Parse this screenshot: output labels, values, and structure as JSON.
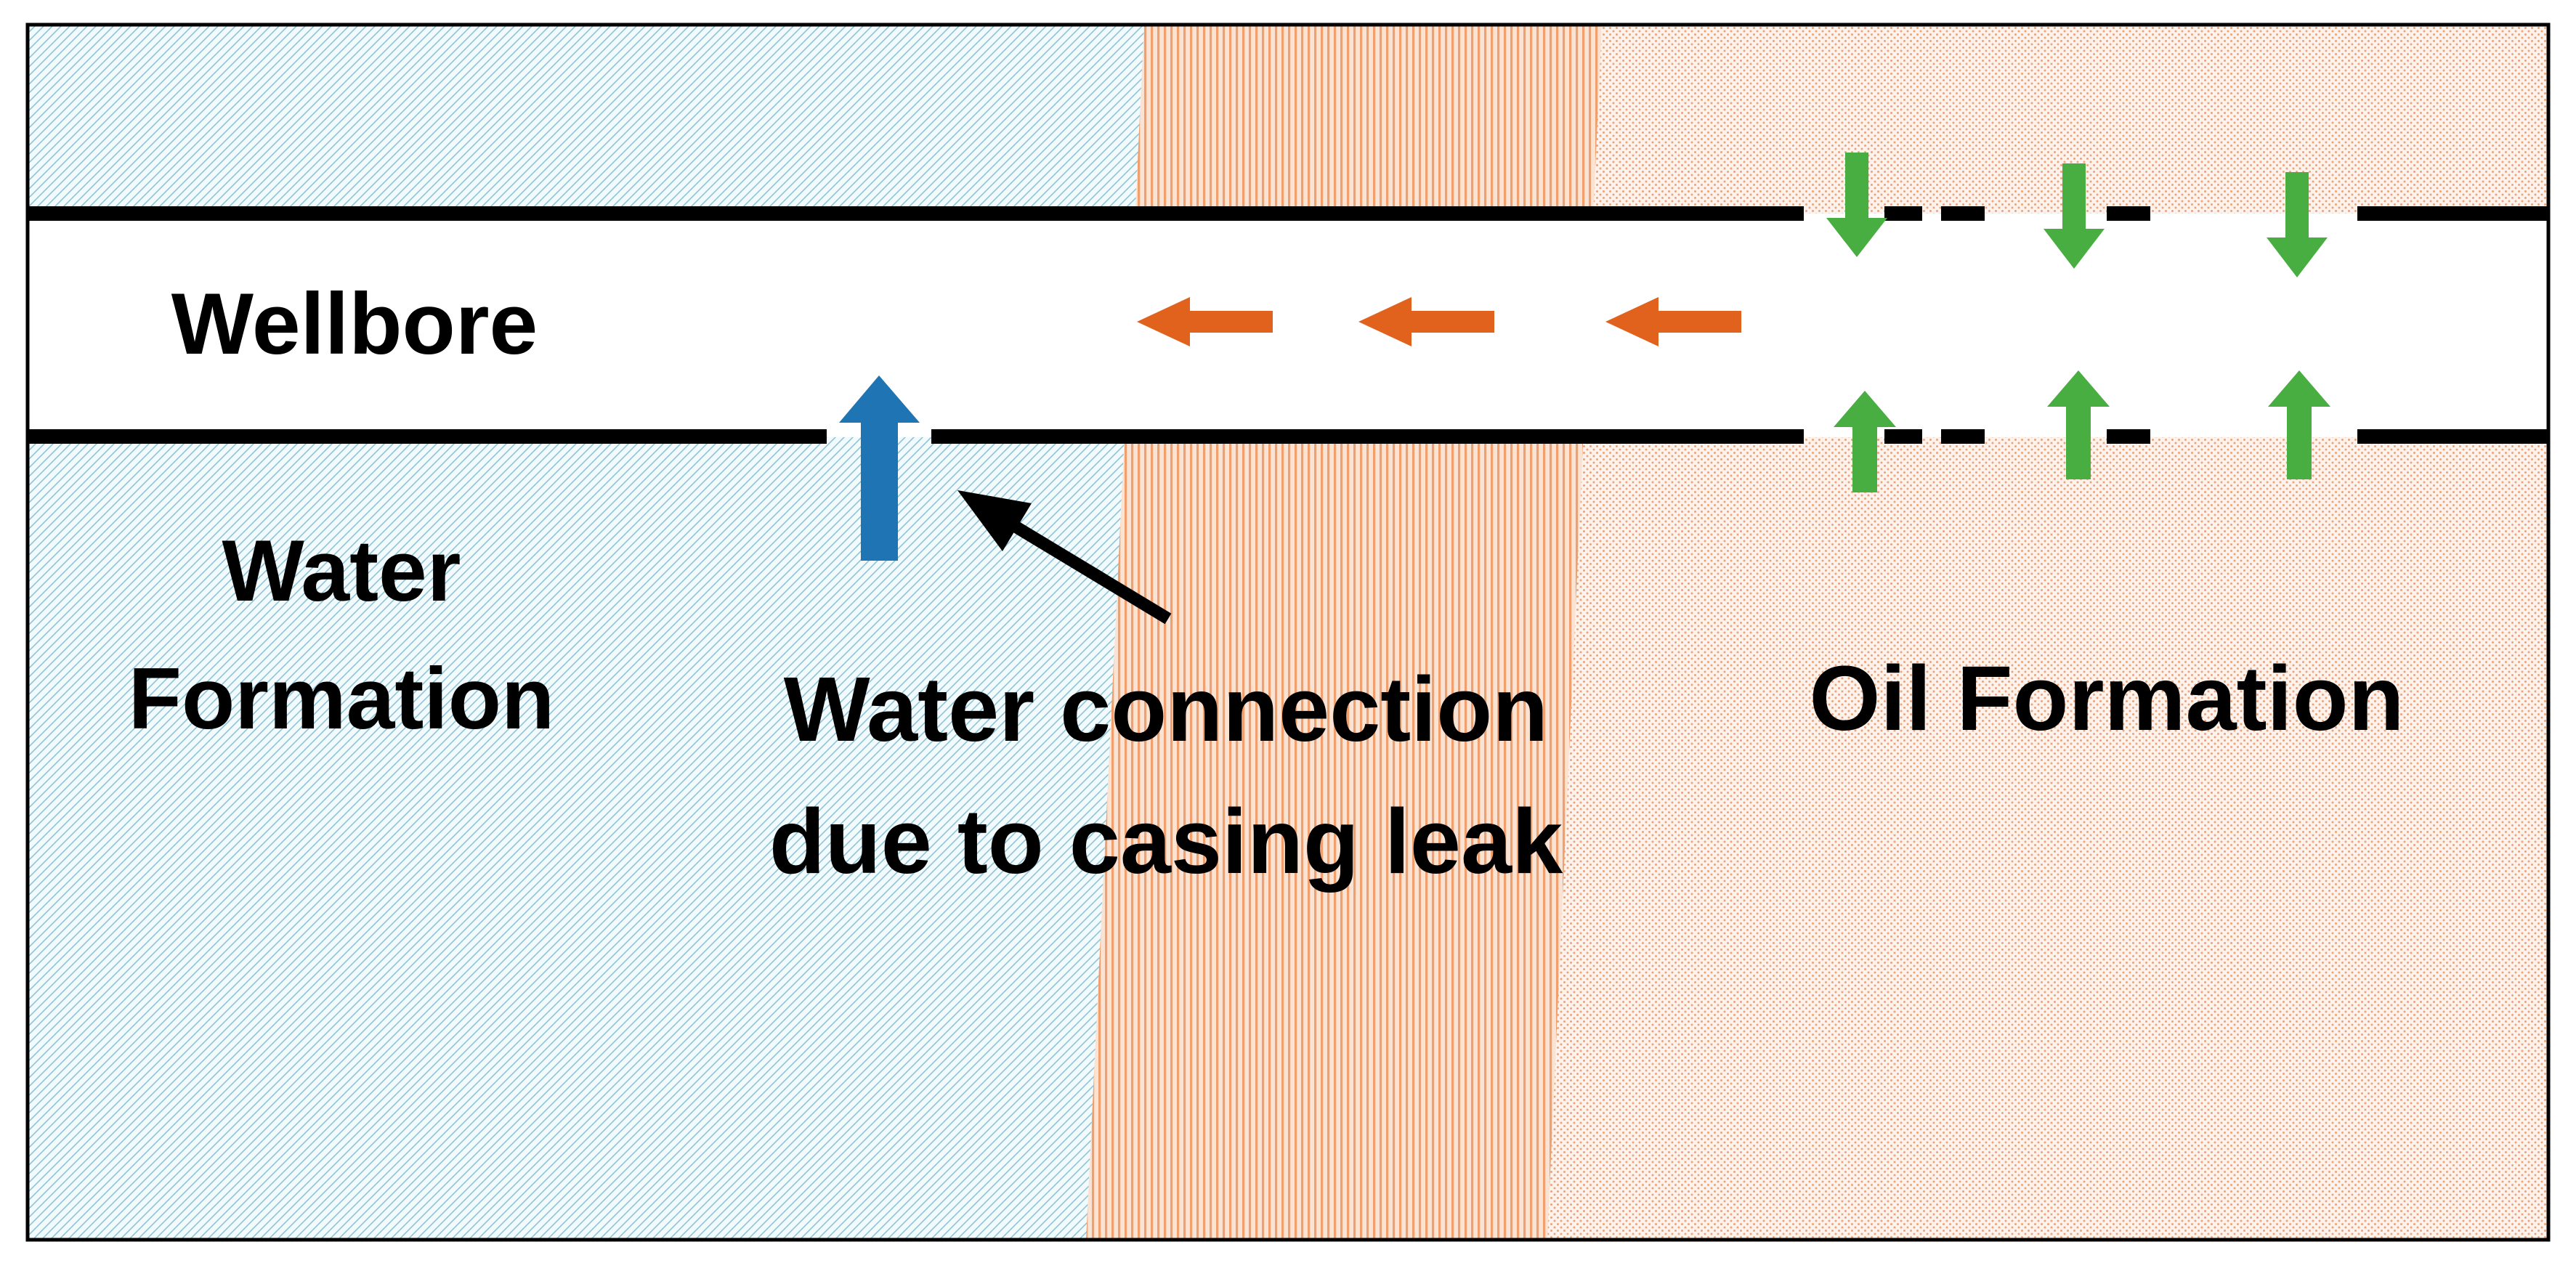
{
  "labels": {
    "wellbore": "Wellbore",
    "water_formation_line1": "Water",
    "water_formation_line2": "Formation",
    "leak_line1": "Water connection",
    "leak_line2": "due to casing leak",
    "oil_formation": "Oil Formation"
  },
  "colors": {
    "water_hatch": "#8fc3d6",
    "shale_stripe": "#f0a06e",
    "shale_fill": "#fbe3d3",
    "oil_dots": "#e9a47c",
    "oil_fill": "#fdf3ec",
    "casing": "#000000",
    "water_arrow": "#1f74b4",
    "flow_arrow": "#e0621c",
    "inflow_arrow": "#49ae42",
    "pointer_arrow": "#000000"
  },
  "icons": {
    "water_arrow": "arrow-up-icon",
    "flow_arrows": "arrow-left-icon",
    "inflow_arrows": "arrow-down-icon / arrow-up-icon",
    "pointer": "pointer-arrow-icon"
  }
}
